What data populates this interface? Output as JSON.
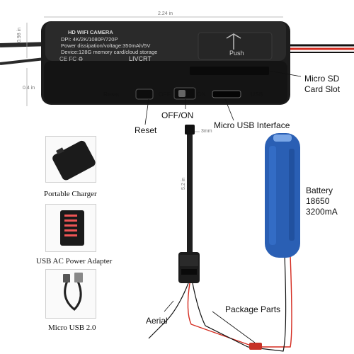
{
  "dimensions": {
    "width": "2.24 in",
    "height": "0.98 in",
    "depth": "0.4 in",
    "small": "3mm",
    "cable": "5.2 in"
  },
  "module": {
    "title": "HD WIFI CAMERA",
    "dpi": "DPI: 4K/2K/1080P/720P",
    "power": "Power dissipation/voltage:350mAh/5V",
    "device": "Device:128G memory card/cloud storage",
    "brand": "LIVCRT",
    "push": "Push"
  },
  "switch_labels": {
    "reset": "Reset",
    "off": "OFF",
    "on": "ON",
    "usb": "USB"
  },
  "callouts": {
    "micro_sd": "Micro SD\nCard Slot",
    "off_on": "OFF/ON",
    "reset": "Reset",
    "micro_usb": "Micro USB Interface",
    "battery": "Battery\n18650\n3200mA",
    "aerial": "Aerial",
    "package": "Package Parts"
  },
  "accessories": [
    {
      "label": "Portable Charger",
      "icon": "power-bank-icon"
    },
    {
      "label": "USB AC Power Adapter",
      "icon": "usb-charging-station-icon"
    },
    {
      "label": "Micro USB 2.0",
      "icon": "micro-usb-cable-icon"
    }
  ],
  "colors": {
    "module": "#1c1c1c",
    "battery": "#2a5fb4",
    "wire_red": "#d42a1e",
    "wire_black": "#1a1a1a"
  }
}
